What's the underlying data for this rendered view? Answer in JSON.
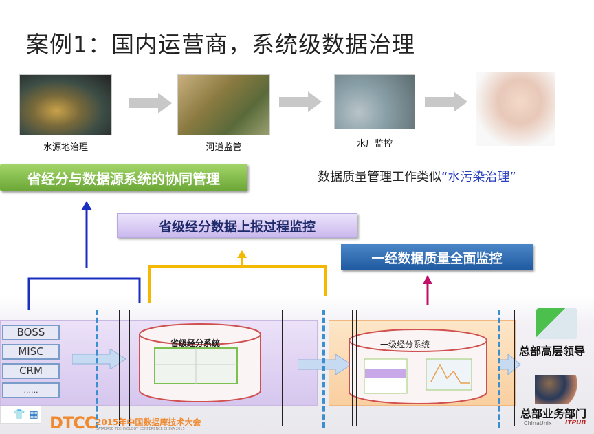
{
  "title": "案例1：国内运营商，系统级数据治理",
  "steps": [
    {
      "label": "水源地治理"
    },
    {
      "label": "河道监管"
    },
    {
      "label": "水厂监控"
    }
  ],
  "banners": {
    "collab": "省经分与数据源系统的协同管理",
    "provincial_monitor": "省级经分数据上报过程监控",
    "national_monitor": "一经数据质量全面监控"
  },
  "analogy": {
    "text": "数据质量管理工作类似",
    "highlight": "“水污染治理”"
  },
  "sources": [
    "BOSS",
    "MISC",
    "CRM",
    "......"
  ],
  "systems": {
    "provincial": "省级经分系统",
    "national": "一级经分系统"
  },
  "consumers": {
    "executives": "总部高层领导",
    "departments": "总部业务部门"
  },
  "footer": {
    "brand": "DTCC",
    "event": "2015年中国数据库技术大会",
    "event_en": "DATABASE TECHNOLOGY CONFERENCE CHINA 2015",
    "partner1": "ChinaUnix",
    "partner2": "ITPUB"
  },
  "colors": {
    "green": "#6aa636",
    "blue": "#1f5aa0",
    "yellow": "#f5b800",
    "magenta": "#c0106a",
    "purple_band": "#d8c8ee",
    "orange_band": "#fbd9b0"
  }
}
